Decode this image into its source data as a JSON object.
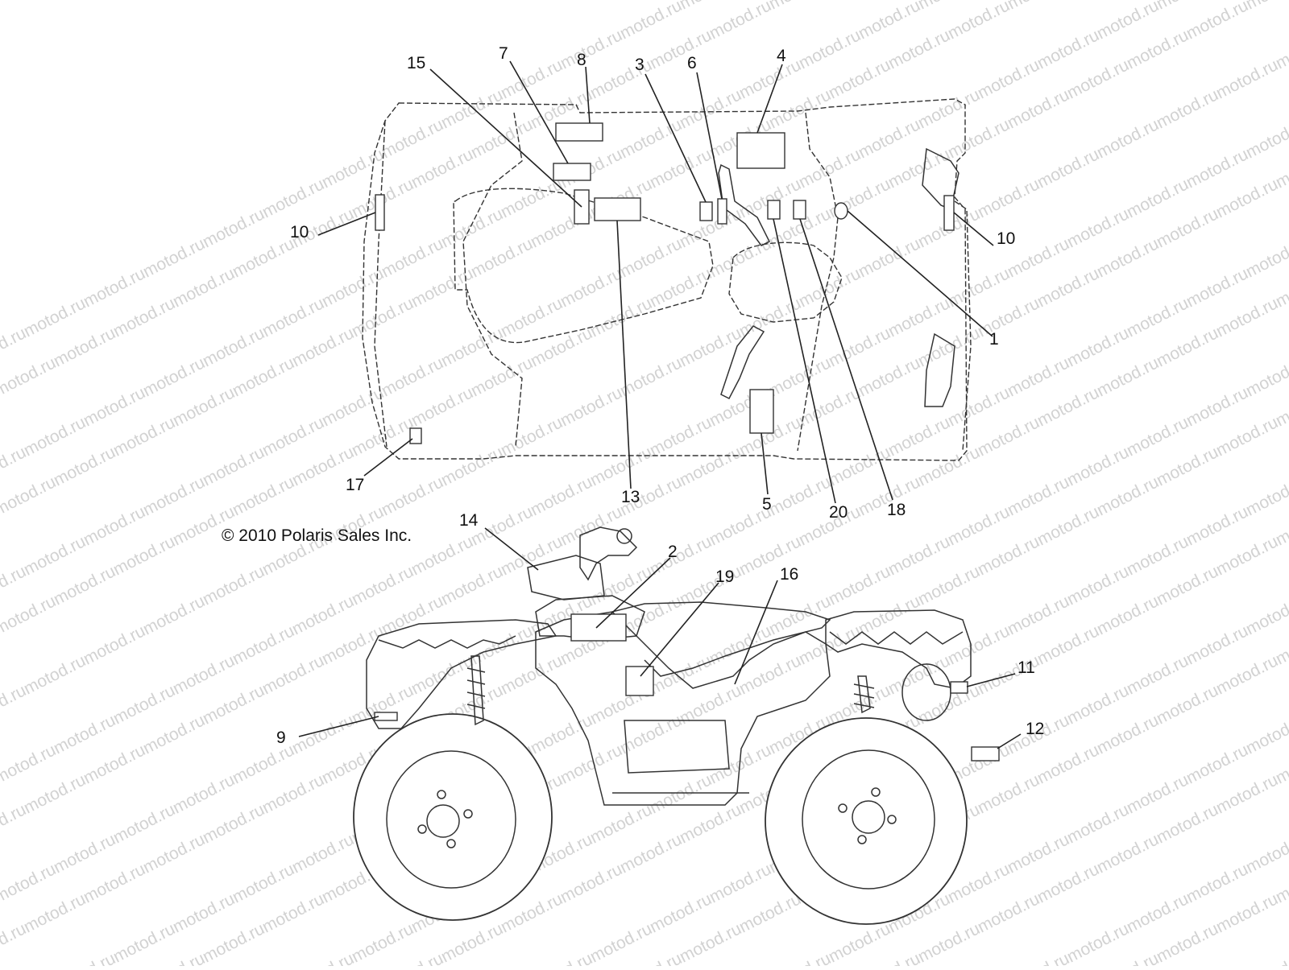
{
  "watermark": {
    "text": "motod.ru"
  },
  "copyright": "© 2010 Polaris Sales Inc.",
  "callouts": [
    {
      "id": "1",
      "text": "1"
    },
    {
      "id": "2",
      "text": "2"
    },
    {
      "id": "3",
      "text": "3"
    },
    {
      "id": "4",
      "text": "4"
    },
    {
      "id": "5",
      "text": "5"
    },
    {
      "id": "6",
      "text": "6"
    },
    {
      "id": "7",
      "text": "7"
    },
    {
      "id": "8",
      "text": "8"
    },
    {
      "id": "9",
      "text": "9"
    },
    {
      "id": "10a",
      "text": "10"
    },
    {
      "id": "10b",
      "text": "10"
    },
    {
      "id": "11",
      "text": "11"
    },
    {
      "id": "12",
      "text": "12"
    },
    {
      "id": "13",
      "text": "13"
    },
    {
      "id": "14",
      "text": "14"
    },
    {
      "id": "15",
      "text": "15"
    },
    {
      "id": "16",
      "text": "16"
    },
    {
      "id": "17",
      "text": "17"
    },
    {
      "id": "18",
      "text": "18"
    },
    {
      "id": "19",
      "text": "19"
    },
    {
      "id": "20",
      "text": "20"
    }
  ]
}
